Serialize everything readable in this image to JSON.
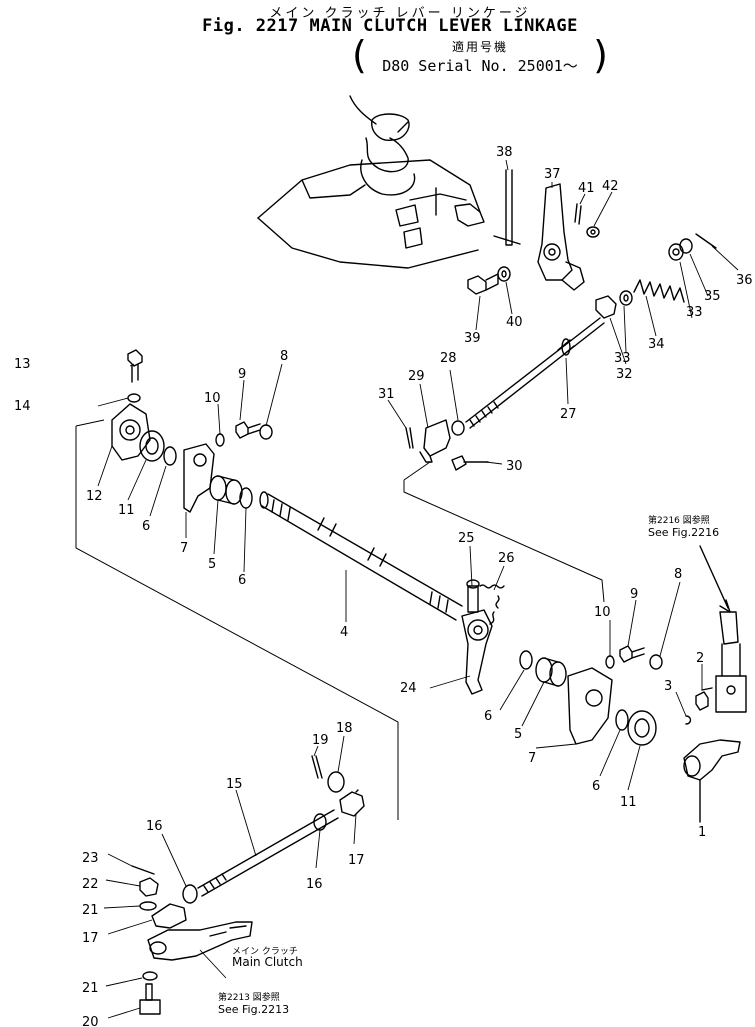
{
  "header": {
    "title_jp": "メイン クラッチ レバー リンケージ",
    "title_en": "Fig. 2217 MAIN CLUTCH LEVER LINKAGE",
    "applicability_jp": "適用号機",
    "applicability_en": "D80 Serial No. 25001～"
  },
  "callouts": {
    "n1": "1",
    "n2": "2",
    "n3": "3",
    "n4": "4",
    "n5a": "5",
    "n5b": "5",
    "n6a": "6",
    "n6b": "6",
    "n6c": "6",
    "n6d": "6",
    "n7a": "7",
    "n7b": "7",
    "n8a": "8",
    "n8b": "8",
    "n9a": "9",
    "n9b": "9",
    "n10a": "10",
    "n10b": "10",
    "n11a": "11",
    "n11b": "11",
    "n12": "12",
    "n13": "13",
    "n14": "14",
    "n15": "15",
    "n16a": "16",
    "n16b": "16",
    "n17a": "17",
    "n17b": "17",
    "n18": "18",
    "n19": "19",
    "n20": "20",
    "n21a": "21",
    "n21b": "21",
    "n22": "22",
    "n23": "23",
    "n24": "24",
    "n25": "25",
    "n26": "26",
    "n27": "27",
    "n28": "28",
    "n29": "29",
    "n30": "30",
    "n31": "31",
    "n32": "32",
    "n33a": "33",
    "n33b": "33",
    "n34": "34",
    "n35": "35",
    "n36": "36",
    "n37": "37",
    "n38": "38",
    "n39": "39",
    "n40": "40",
    "n41": "41",
    "n42": "42"
  },
  "references": {
    "fig2216_jp": "第2216 図参照",
    "fig2216_en": "See Fig.2216",
    "main_clutch_jp": "メイン クラッチ",
    "main_clutch_en": "Main Clutch",
    "fig2213_jp": "第2213 図参照",
    "fig2213_en": "See Fig.2213"
  }
}
